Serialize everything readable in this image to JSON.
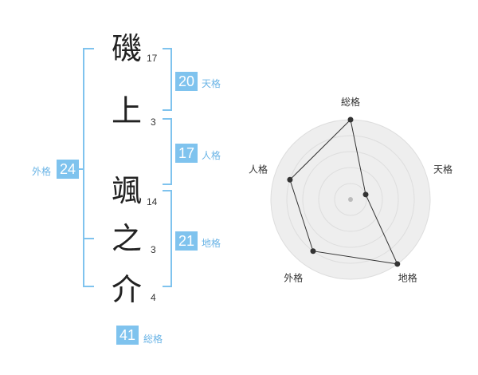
{
  "name": {
    "chars": [
      {
        "char": "磯",
        "strokes": "17"
      },
      {
        "char": "上",
        "strokes": "3"
      },
      {
        "char": "颯",
        "strokes": "14"
      },
      {
        "char": "之",
        "strokes": "3"
      },
      {
        "char": "介",
        "strokes": "4"
      }
    ]
  },
  "fortunes": {
    "tenkaku": {
      "value": "20",
      "label": "天格"
    },
    "jinkaku": {
      "value": "17",
      "label": "人格"
    },
    "chikaku": {
      "value": "21",
      "label": "地格"
    },
    "gaikaku": {
      "value": "24",
      "label": "外格"
    },
    "soukaku": {
      "value": "41",
      "label": "総格"
    }
  },
  "colors": {
    "accent": "#7fc3ee",
    "ring": "#dddddd",
    "fill": "#eeeeee"
  },
  "chart_data": {
    "type": "radar",
    "axes": [
      "総格",
      "天格",
      "地格",
      "外格",
      "人格"
    ],
    "values": [
      5,
      1,
      5,
      4,
      4
    ],
    "max": 5,
    "rings": 5
  }
}
